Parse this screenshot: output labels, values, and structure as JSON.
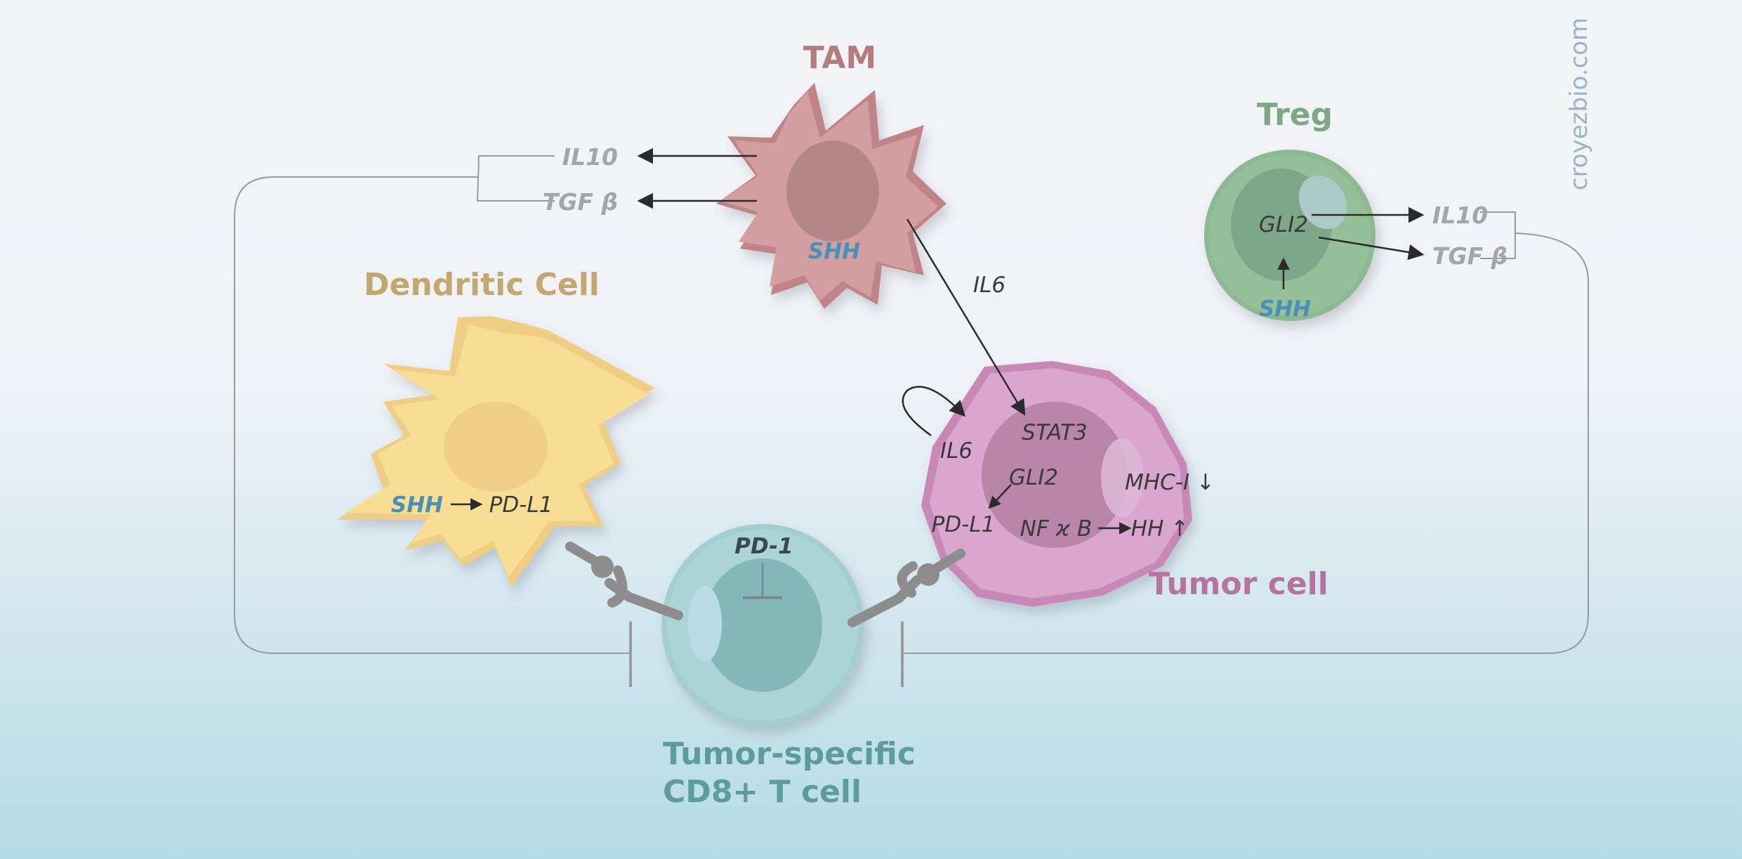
{
  "cells": {
    "tam": {
      "name": "TAM",
      "gene": "SHH",
      "outputs": [
        "IL10",
        "TGF β"
      ],
      "signal": "IL6",
      "name_color": "#b57c7c",
      "body_color": "#d39ea0",
      "nucleus_color": "#b58688"
    },
    "treg": {
      "name": "Treg",
      "gene_in": "SHH",
      "tf": "GLI2",
      "outputs": [
        "IL10",
        "TGF β"
      ],
      "name_color": "#7ea883",
      "body_color": "#94bf98",
      "nucleus_color": "#7ea688"
    },
    "dendritic": {
      "name": "Dendritic Cell",
      "ligand_in": "SHH",
      "ligand_out": "PD-L1",
      "name_color": "#c2a86e",
      "body_color": "#f8dd95",
      "nucleus_color": "#efcf86"
    },
    "tumor": {
      "name": "Tumor cell",
      "autocrine": "IL6",
      "genes": [
        "STAT3",
        "GLI2",
        "PD-L1",
        "NF ϰ B",
        "HH ↑",
        "MHC-I ↓"
      ],
      "name_color": "#b673a0",
      "body_color": "#d8a6cf",
      "nucleus_color": "#b985aa"
    },
    "tcell": {
      "name_line1": "Tumor-specific",
      "name_line2": "CD8+ T cell",
      "receptor": "PD-1",
      "name_color": "#5c9d9c",
      "body_color": "#acd3d6",
      "nucleus_color": "#83b7b9"
    }
  },
  "watermark": "croyezbio.com",
  "colors": {
    "shh": "#4a8fb5",
    "cytokine": "#a5a5a5",
    "arrow": "#2b2b2b",
    "bracket": "#9a9a9a",
    "receptor": "#8d8d8d",
    "bg_top": "#f3f4f8",
    "bg_bottom": "#b4dbe7"
  }
}
